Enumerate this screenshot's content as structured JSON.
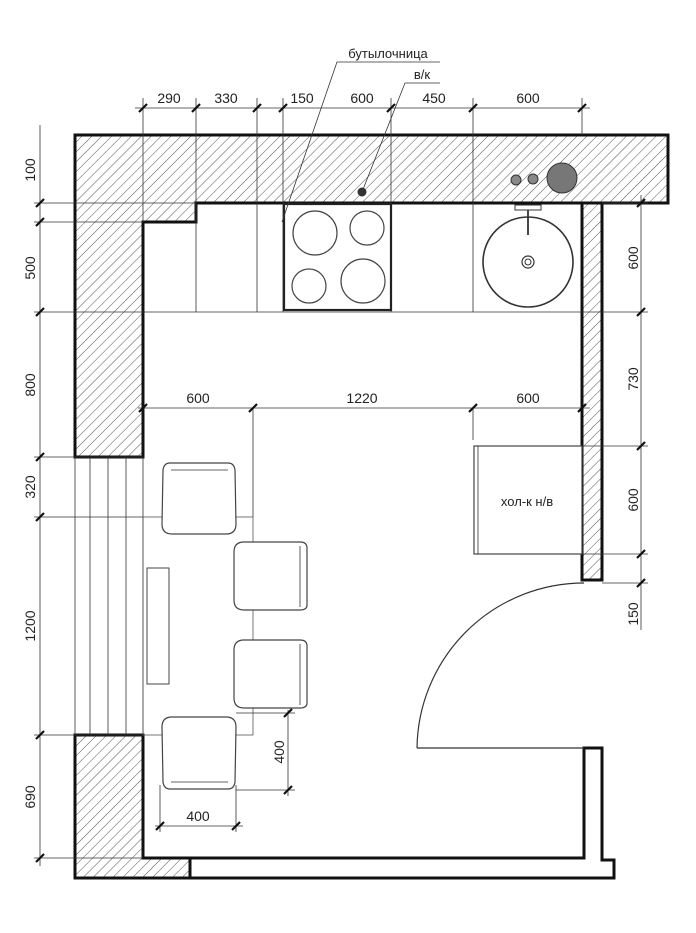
{
  "labels": {
    "bottle_rack": "бутылочница",
    "water_heater": "в/к",
    "fridge": "хол-к н/в"
  },
  "dims": {
    "top": [
      "290",
      "330",
      "150",
      "600",
      "450",
      "600"
    ],
    "mid": [
      "600",
      "1220",
      "600"
    ],
    "left": [
      "100",
      "500",
      "800",
      "320",
      "1200",
      "690"
    ],
    "right": [
      "600",
      "730",
      "600",
      "150"
    ],
    "chair_w": "400",
    "chair_h": "400"
  }
}
